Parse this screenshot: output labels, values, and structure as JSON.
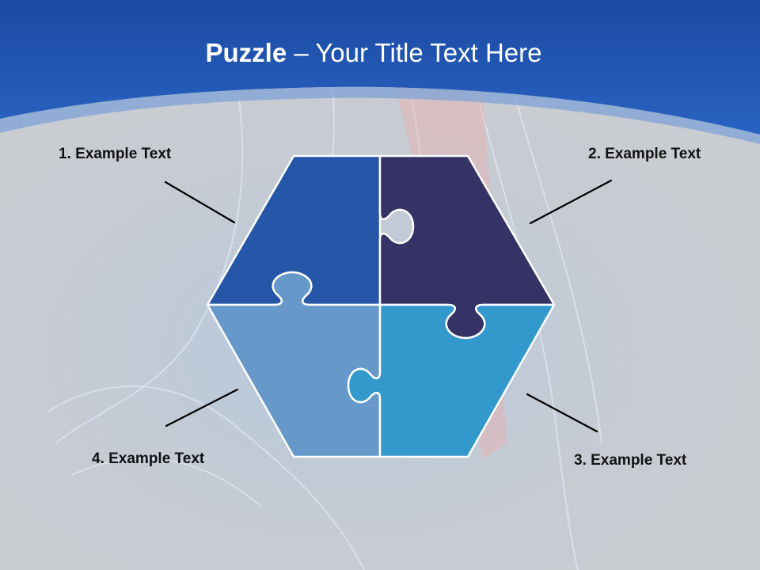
{
  "title": {
    "bold_part": "Puzzle",
    "rest": "  – Your Title Text Here"
  },
  "labels": {
    "item1": "1. Example Text",
    "item2": "2. Example Text",
    "item3": "3. Example Text",
    "item4": "4. Example Text"
  },
  "colors": {
    "piece_top_left": "#2556a8",
    "piece_top_right": "#353265",
    "piece_bottom_left": "#6699c9",
    "piece_bottom_right": "#3398cc",
    "header_blue": "#1f56b5",
    "background_gray": "#c9ccd1"
  }
}
